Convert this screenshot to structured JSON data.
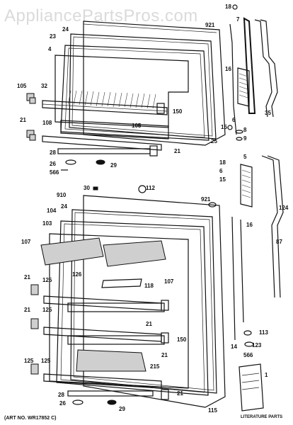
{
  "watermark": "AppliancePartsPros.com",
  "art_number": "(ART NO. WR17852 C)",
  "literature_text": "LITERATURE PARTS",
  "labels": [
    "18",
    "7",
    "24",
    "921",
    "23",
    "4",
    "105",
    "32",
    "16",
    "6",
    "8",
    "9",
    "150",
    "15",
    "25",
    "35",
    "21",
    "108",
    "105",
    "28",
    "26",
    "566",
    "29",
    "18",
    "5",
    "6",
    "15",
    "30",
    "112",
    "910",
    "24",
    "921",
    "104",
    "103",
    "16",
    "107",
    "124",
    "87",
    "126",
    "118",
    "107",
    "125",
    "125",
    "21",
    "21",
    "125",
    "150",
    "14",
    "113",
    "123",
    "566",
    "21",
    "215",
    "125",
    "115",
    "28",
    "21",
    "26",
    "29",
    "1",
    "21",
    "21"
  ]
}
